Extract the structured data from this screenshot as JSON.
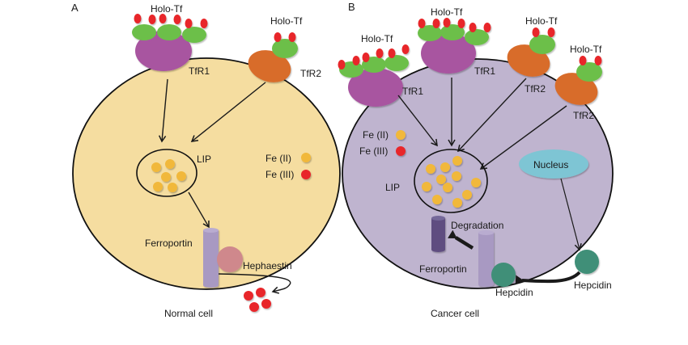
{
  "colors": {
    "normal_cell_fill": "#f5dda0",
    "cancer_cell_fill": "#bfb4cf",
    "tfr1": "#a855a0",
    "tfr2": "#d86c2c",
    "transferrin": "#6cbf4a",
    "fe3": "#e8262a",
    "fe2": "#f1b83a",
    "ferroportin": "#a899c2",
    "ferroportin_degraded": "#5e4e80",
    "hephaestin": "#cf888c",
    "hepcidin": "#3f8f78",
    "nucleus": "#7ec5d4"
  },
  "panel_a": {
    "label": "A",
    "caption": "Normal cell",
    "holo_tf_1": "Holo-Tf",
    "holo_tf_2": "Holo-Tf",
    "tfr1": "TfR1",
    "tfr2": "TfR2",
    "lip": "LIP",
    "legend_fe2": "Fe (II)",
    "legend_fe3": "Fe (III)",
    "ferroportin": "Ferroportin",
    "hephaestin": "Hephaestin"
  },
  "panel_b": {
    "label": "B",
    "caption": "Cancer cell",
    "holo_tf_1": "Holo-Tf",
    "holo_tf_2": "Holo-Tf",
    "holo_tf_3": "Holo-Tf",
    "holo_tf_4": "Holo-Tf",
    "tfr1_a": "TfR1",
    "tfr1_b": "TfR1",
    "tfr2_a": "TfR2",
    "tfr2_b": "TfR2",
    "lip": "LIP",
    "legend_fe2": "Fe (II)",
    "legend_fe3": "Fe (III)",
    "nucleus": "Nucleus",
    "degradation": "Degradation",
    "ferroportin": "Ferroportin",
    "hepcidin_bound": "Hepcidin",
    "hepcidin_free": "Hepcidin"
  }
}
